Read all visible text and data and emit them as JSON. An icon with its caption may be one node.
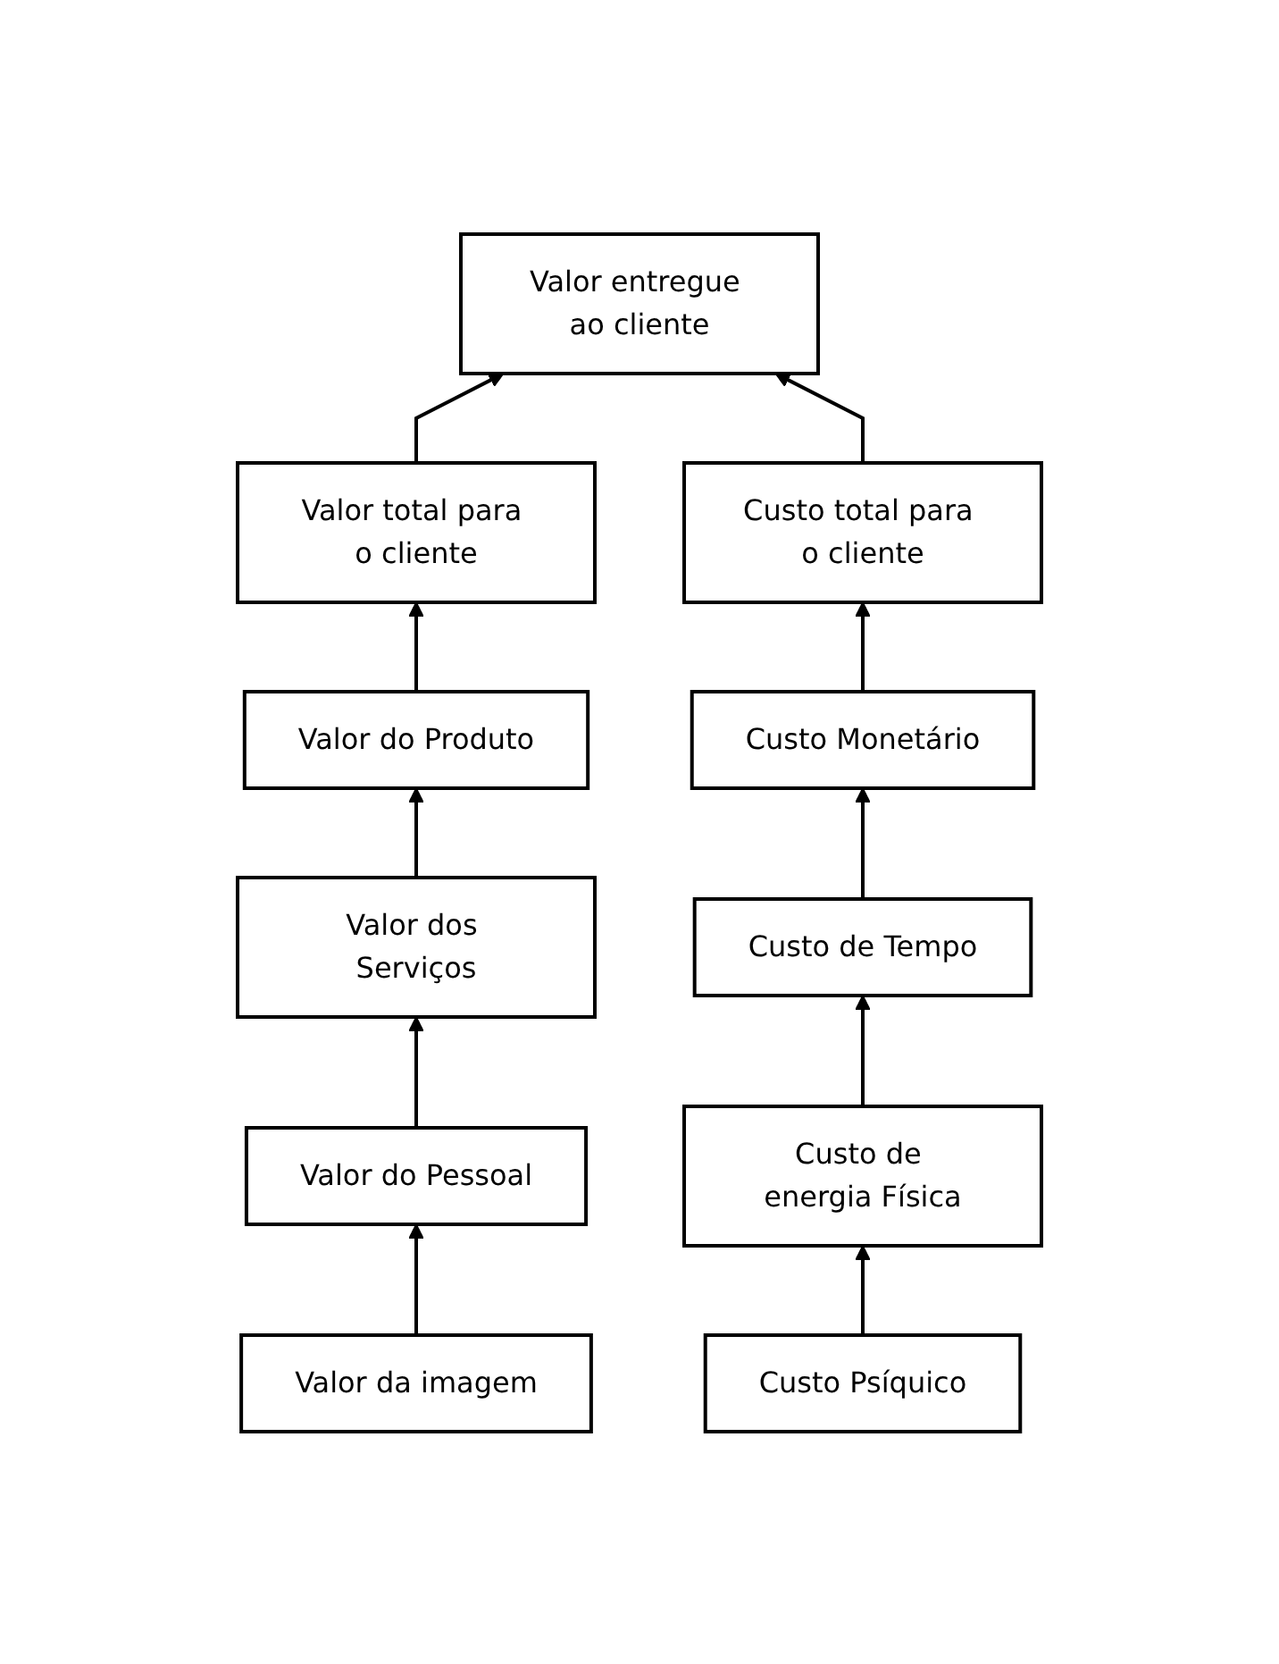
{
  "diagram": {
    "nodes": [
      {
        "text": [
          "Valor entregue ao cliente"
        ]
      },
      {
        "text": [
          "Valor total para o cliente"
        ]
      },
      {
        "text": [
          "Custo total para o cliente"
        ]
      },
      {
        "text": [
          "Valor do Produto"
        ]
      },
      {
        "text": [
          "Custo Monetário"
        ]
      },
      {
        "text": [
          "Valor dos Serviços"
        ]
      },
      {
        "text": [
          "Custo de Tempo"
        ]
      },
      {
        "text": [
          "Valor do Pessoal"
        ]
      },
      {
        "text": [
          "Custo de energia Física"
        ]
      },
      {
        "text": [
          "Valor da imagem"
        ]
      },
      {
        "text": [
          "Custo Psíquico"
        ]
      }
    ],
    "edges": [
      {
        "from": 1,
        "to": 0,
        "arrow": "to"
      },
      {
        "from": 2,
        "to": 0,
        "arrow": "to"
      },
      {
        "from": 3,
        "to": 1,
        "arrow": "to"
      },
      {
        "from": 4,
        "to": 2,
        "arrow": "to"
      },
      {
        "from": 5,
        "to": 3,
        "arrow": "to"
      },
      {
        "from": 6,
        "to": 4,
        "arrow": "to"
      },
      {
        "from": 7,
        "to": 5,
        "arrow": "to"
      },
      {
        "from": 8,
        "to": 6,
        "arrow": "to"
      },
      {
        "from": 9,
        "to": 7,
        "arrow": "to"
      },
      {
        "from": 10,
        "to": 8,
        "arrow": "to"
      }
    ]
  }
}
